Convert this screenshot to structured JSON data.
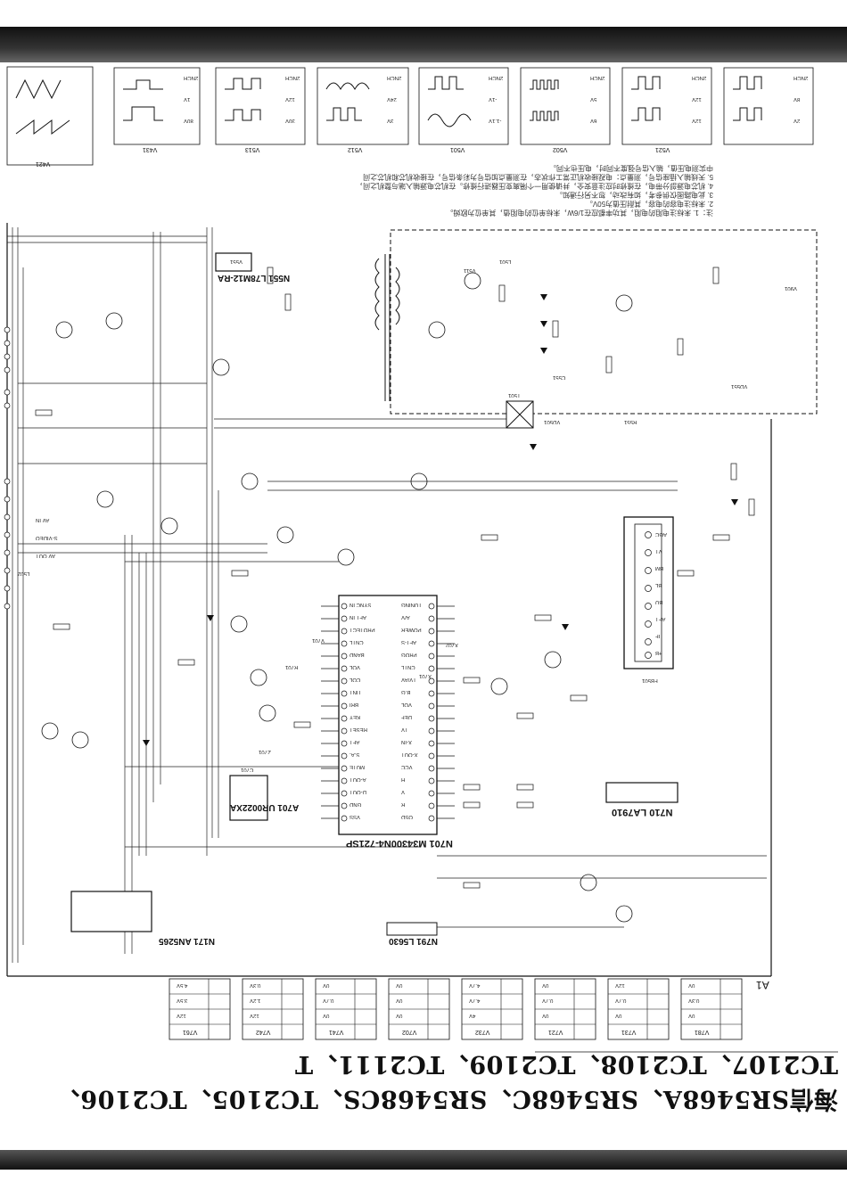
{
  "title": "海信SR5468A、SR5468C、SR5468CS、TC2105、TC2106、TC2107、TC2108、TC2109、TC2111、T",
  "chips": {
    "mcu": "N701 M34300N4-721SP",
    "tuner_ic": "N710 LA7910",
    "audio_ic": "N171 AN5265",
    "prog_ic": "A701 UR0022XA",
    "reg_ic": "N551 L78M12-RA",
    "dac_ic": "N791 L5630"
  },
  "board_label": "A1",
  "notes": [
    "注：1. 未标注电阻的电阻，其功率都应在1/6W，未标单位的电阻值，其单位为欧姆。",
    "2. 未标注电容的电容，其耐压值为50V。",
    "3. 此电路图仅供参考，如有改动，恕不另行通知。",
    "4. 机芯电源部分带电，在维修时应注意安全，并请使用一个隔离变压器进行维修。在机芯电源输入端与整机之间，",
    "5. 天线输入插座信号，测量点：电视接收机正常工作状态，在测量点加信号为彩条信号，在接收机芯和机芯之间",
    "   中实测电压值，输入信号强度不同时，电压也不同。"
  ],
  "mcu_pins_left": [
    "SYNC IN",
    "AFT IN",
    "PROTECT",
    "CNTL",
    "BAND",
    "VOL",
    "COL",
    "TINT",
    "BRI",
    "KEY",
    "RESET",
    "AFT",
    "S.A.",
    "MUTE",
    "A-OUT",
    "D-OUT",
    "GND",
    "VSS"
  ],
  "mcu_pins_right": [
    "TUNING",
    "A/V",
    "POWER",
    "AFT-S",
    "PROG",
    "CNTL",
    "TV/AV",
    "B.G",
    "VOL",
    "DEF",
    "TV",
    "X-IN",
    "X-OUT",
    "VCC",
    "H",
    "V",
    "R",
    "OSD"
  ],
  "tuner_pins": [
    "AGC",
    "VT",
    "BM",
    "BL",
    "BU",
    "AFT",
    "IF",
    "+B"
  ],
  "top_tables": [
    {
      "id": "V421",
      "waves": [
        "2NCH",
        "1V",
        "80V"
      ]
    },
    {
      "id": "V431",
      "waves": [
        "2NCH",
        "12V",
        "30V"
      ]
    },
    {
      "id": "V513",
      "waves": [
        "2NCH",
        "24V",
        "3V"
      ]
    },
    {
      "id": "V512",
      "waves": [
        "2NCH",
        "-1V",
        "-1.1V"
      ]
    },
    {
      "id": "V501",
      "waves": [
        "2NCH",
        "5V",
        "6V"
      ]
    },
    {
      "id": "V502",
      "waves": [
        "2NCH",
        "12V",
        "12V"
      ]
    },
    {
      "id": "V521",
      "waves": [
        "2NCH",
        "8V",
        "2V"
      ]
    }
  ],
  "bottom_tables": [
    {
      "id": "V761",
      "vals": [
        "4.5V",
        "3.5V",
        "12V"
      ]
    },
    {
      "id": "V742",
      "vals": [
        "0.3V",
        "1.2V",
        "12V"
      ]
    },
    {
      "id": "V741",
      "vals": [
        "0V",
        "0.7V",
        "0V"
      ]
    },
    {
      "id": "V702",
      "vals": [
        "0V",
        "0V",
        "0V"
      ]
    },
    {
      "id": "V732",
      "vals": [
        "4.7V",
        "4.7V",
        "4V"
      ]
    },
    {
      "id": "V721",
      "vals": [
        "0V",
        "0.7V",
        "0V"
      ]
    },
    {
      "id": "V731",
      "vals": [
        "12V",
        "0.7V",
        "0V"
      ]
    },
    {
      "id": "V781",
      "vals": [
        "0V",
        "0.3V",
        "0V"
      ]
    }
  ],
  "misc_labels": [
    "V901",
    "V551",
    "V511",
    "R701",
    "Z701",
    "C701",
    "V701",
    "X701",
    "X702",
    "FB501",
    "T501",
    "VD501",
    "VD551",
    "R551",
    "C551",
    "L501",
    "L502",
    "AV IN",
    "S-VIDEO",
    "AV OUT"
  ]
}
